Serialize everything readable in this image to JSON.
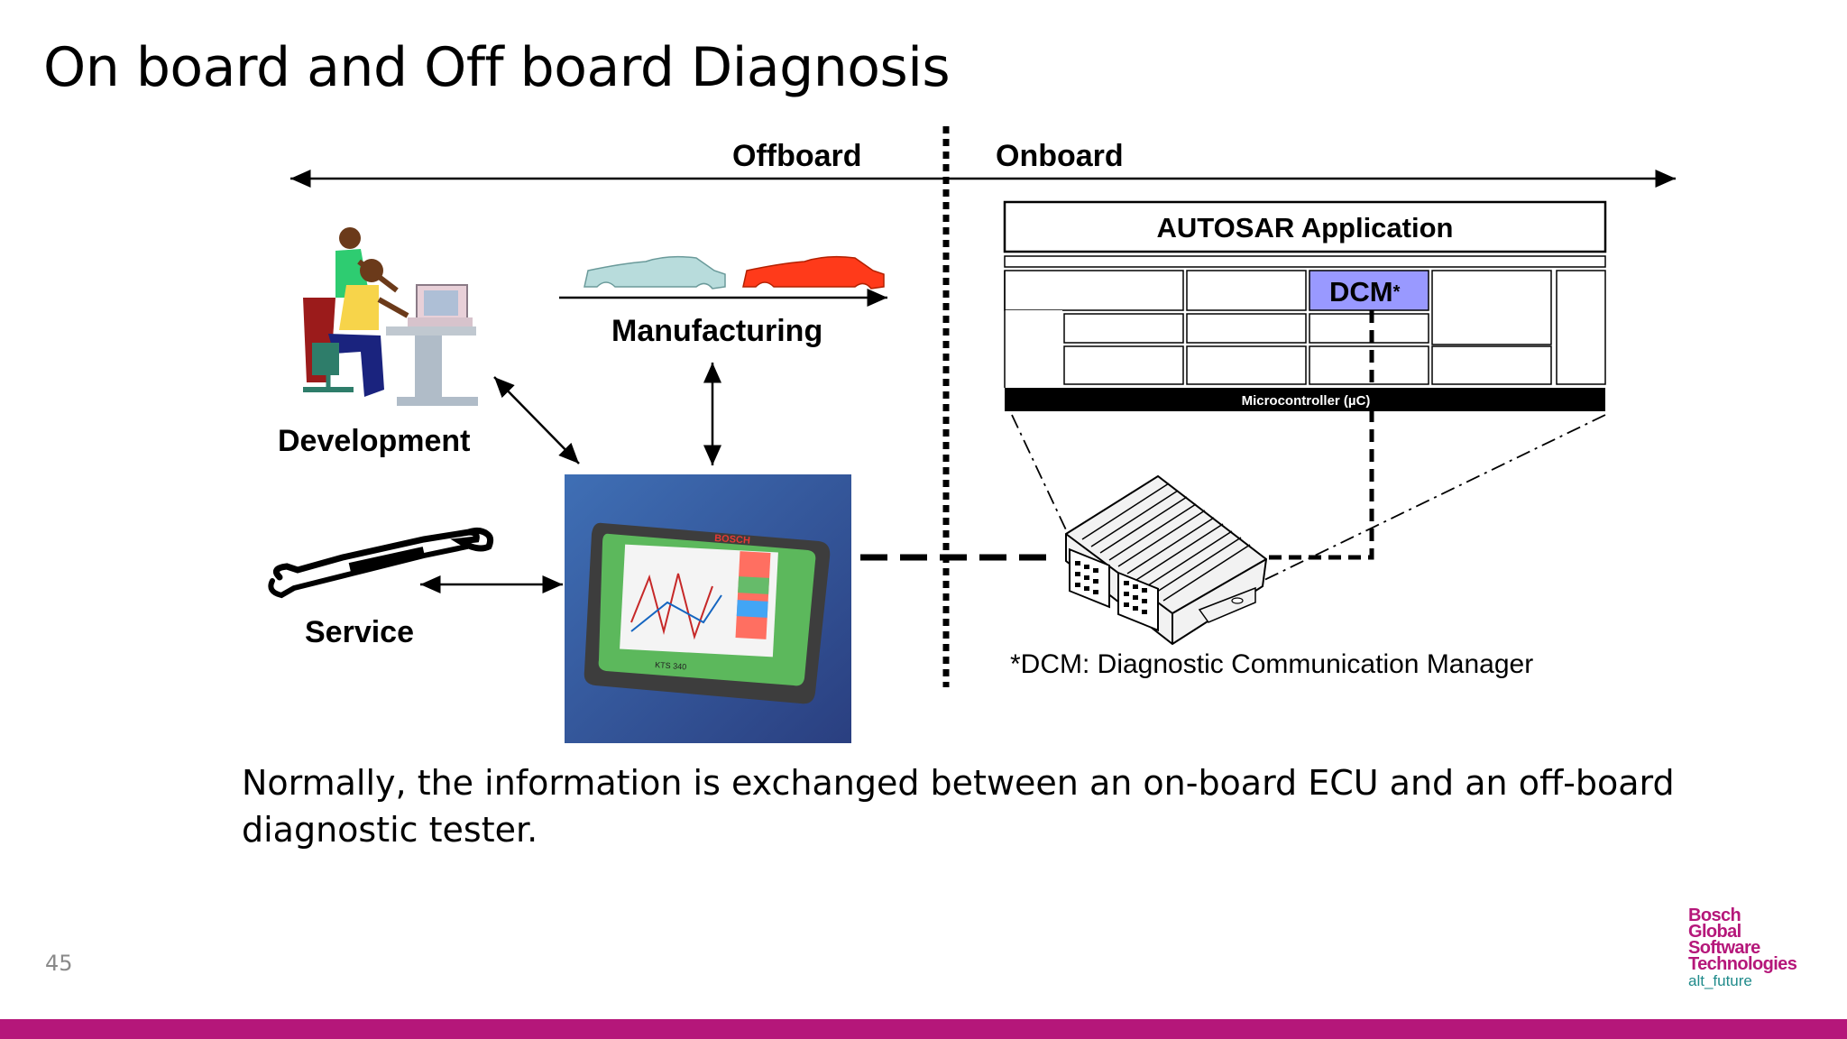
{
  "slide": {
    "title": "On board and Off board Diagnosis",
    "caption": "Normally, the information is exchanged between an on-board ECU and an off-board diagnostic tester.",
    "page_number": "45"
  },
  "diagram": {
    "offboard_label": "Offboard",
    "onboard_label": "Onboard",
    "development_label": "Development",
    "manufacturing_label": "Manufacturing",
    "service_label": "Service",
    "autosar_app_label": "AUTOSAR Application",
    "dcm_label": "DCM",
    "dcm_asterisk": "*",
    "microcontroller_label": "Microcontroller (µC)",
    "dcm_footnote": "*DCM: Diagnostic Communication Manager",
    "tester_brand": "BOSCH",
    "tester_model": "KTS 340"
  },
  "logo": {
    "lines": [
      "Bosch",
      "Global",
      "Software",
      "Technologies"
    ],
    "tagline": "alt_future"
  },
  "colors": {
    "brand_magenta": "#b5177a",
    "brand_teal": "#1f8a8a",
    "dcm_highlight": "#9999ff",
    "microcontroller_bar": "#000000",
    "car_light": "#b8dcdc",
    "car_red": "#ff3a1a",
    "tester_background": "#3a5aa0",
    "tester_body": "#4caf50"
  },
  "icons": [
    "people-at-computer-icon",
    "car-silhouette-icon",
    "wrench-icon",
    "diagnostic-tester-icon",
    "ecu-module-icon"
  ]
}
